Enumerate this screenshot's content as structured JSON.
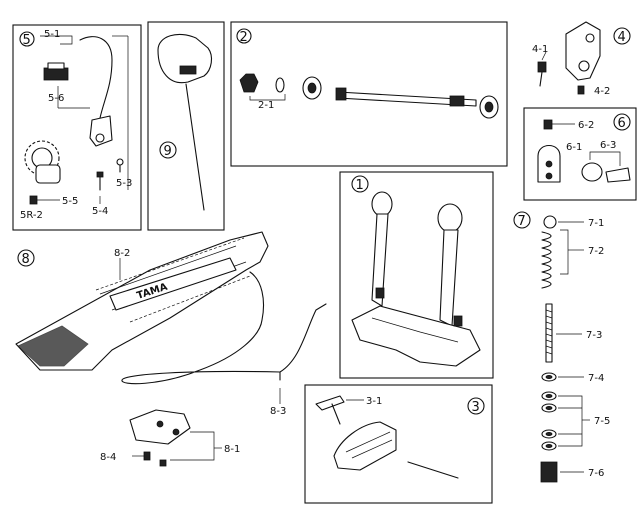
{
  "sections": {
    "s1": "1",
    "s2": "2",
    "s3": "3",
    "s4": "4",
    "s5": "5",
    "s6": "6",
    "s7": "7",
    "s8": "8",
    "s9": "9"
  },
  "parts": {
    "p5_1": "5-1",
    "p5_6": "5-6",
    "p5_3": "5-3",
    "p5_4": "5-4",
    "p5_5": "5-5",
    "p5r_2": "5R-2",
    "p2_1": "2-1",
    "p4_1": "4-1",
    "p4_2": "4-2",
    "p6_2": "6-2",
    "p6_1": "6-1",
    "p6_3": "6-3",
    "p7_1": "7-1",
    "p7_2": "7-2",
    "p7_3": "7-3",
    "p7_4": "7-4",
    "p7_5": "7-5",
    "p7_6": "7-6",
    "p8_2": "8-2",
    "p8_3": "8-3",
    "p8_4": "8-4",
    "p8_1": "8-1",
    "p3_1": "3-1"
  },
  "branding": {
    "footboard_logo": "TAMA"
  }
}
